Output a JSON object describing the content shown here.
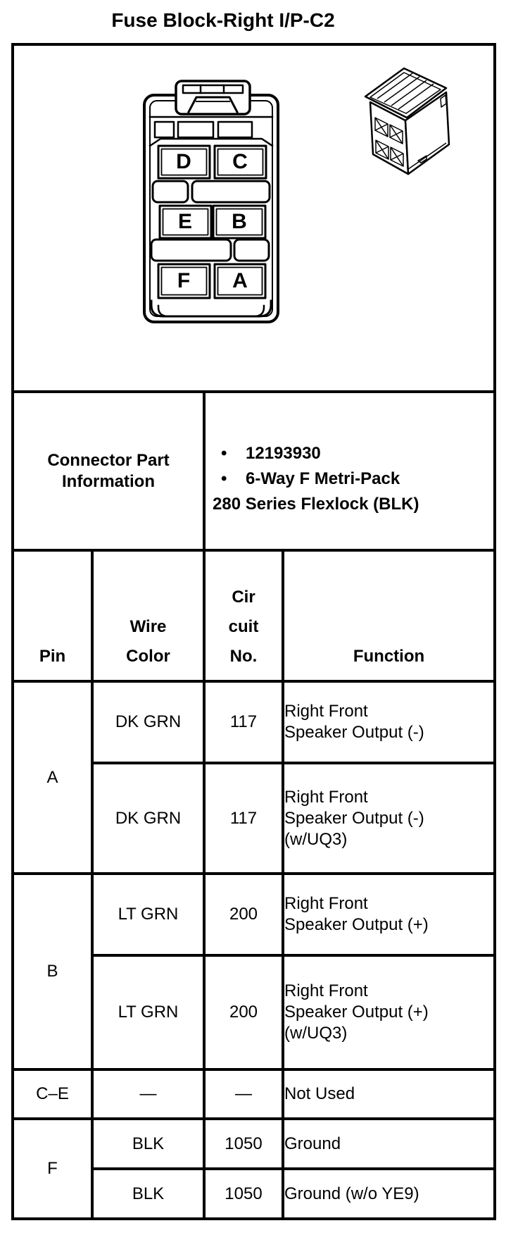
{
  "title": "Fuse Block-Right I/P-C2",
  "diagram": {
    "cavities": [
      "D",
      "C",
      "E",
      "B",
      "F",
      "A"
    ]
  },
  "part_info": {
    "label_lines": [
      "Connector Part",
      "Information"
    ],
    "bullet_glyph": "•",
    "bullets": [
      "12193930",
      "6-Way F Metri-Pack"
    ],
    "continuation": "280 Series Flexlock (BLK)"
  },
  "pin_table": {
    "headers": {
      "pin": "Pin",
      "wire_color_lines": [
        "Wire",
        "Color"
      ],
      "circuit_lines": [
        "Cir",
        "cuit",
        "No."
      ],
      "function": "Function"
    },
    "rows": [
      {
        "pin": "A",
        "entries": [
          {
            "wire": "DK GRN",
            "circuit": "117",
            "function_lines": [
              "Right Front",
              "Speaker Output (-)"
            ]
          },
          {
            "wire": "DK GRN",
            "circuit": "117",
            "function_lines": [
              "Right Front",
              "Speaker Output (-)",
              "(w/UQ3)"
            ]
          }
        ]
      },
      {
        "pin": "B",
        "entries": [
          {
            "wire": "LT GRN",
            "circuit": "200",
            "function_lines": [
              "Right Front",
              "Speaker Output (+)"
            ]
          },
          {
            "wire": "LT GRN",
            "circuit": "200",
            "function_lines": [
              "Right Front",
              "Speaker Output (+)",
              "(w/UQ3)"
            ]
          }
        ]
      },
      {
        "pin": "C–E",
        "entries": [
          {
            "wire": "—",
            "circuit": "—",
            "function_lines": [
              "Not Used"
            ]
          }
        ]
      },
      {
        "pin": "F",
        "entries": [
          {
            "wire": "BLK",
            "circuit": "1050",
            "function_lines": [
              "Ground"
            ]
          },
          {
            "wire": "BLK",
            "circuit": "1050",
            "function_lines": [
              "Ground (w/o YE9)"
            ]
          }
        ]
      }
    ]
  },
  "colors": {
    "line": "#000000",
    "background": "#ffffff"
  }
}
